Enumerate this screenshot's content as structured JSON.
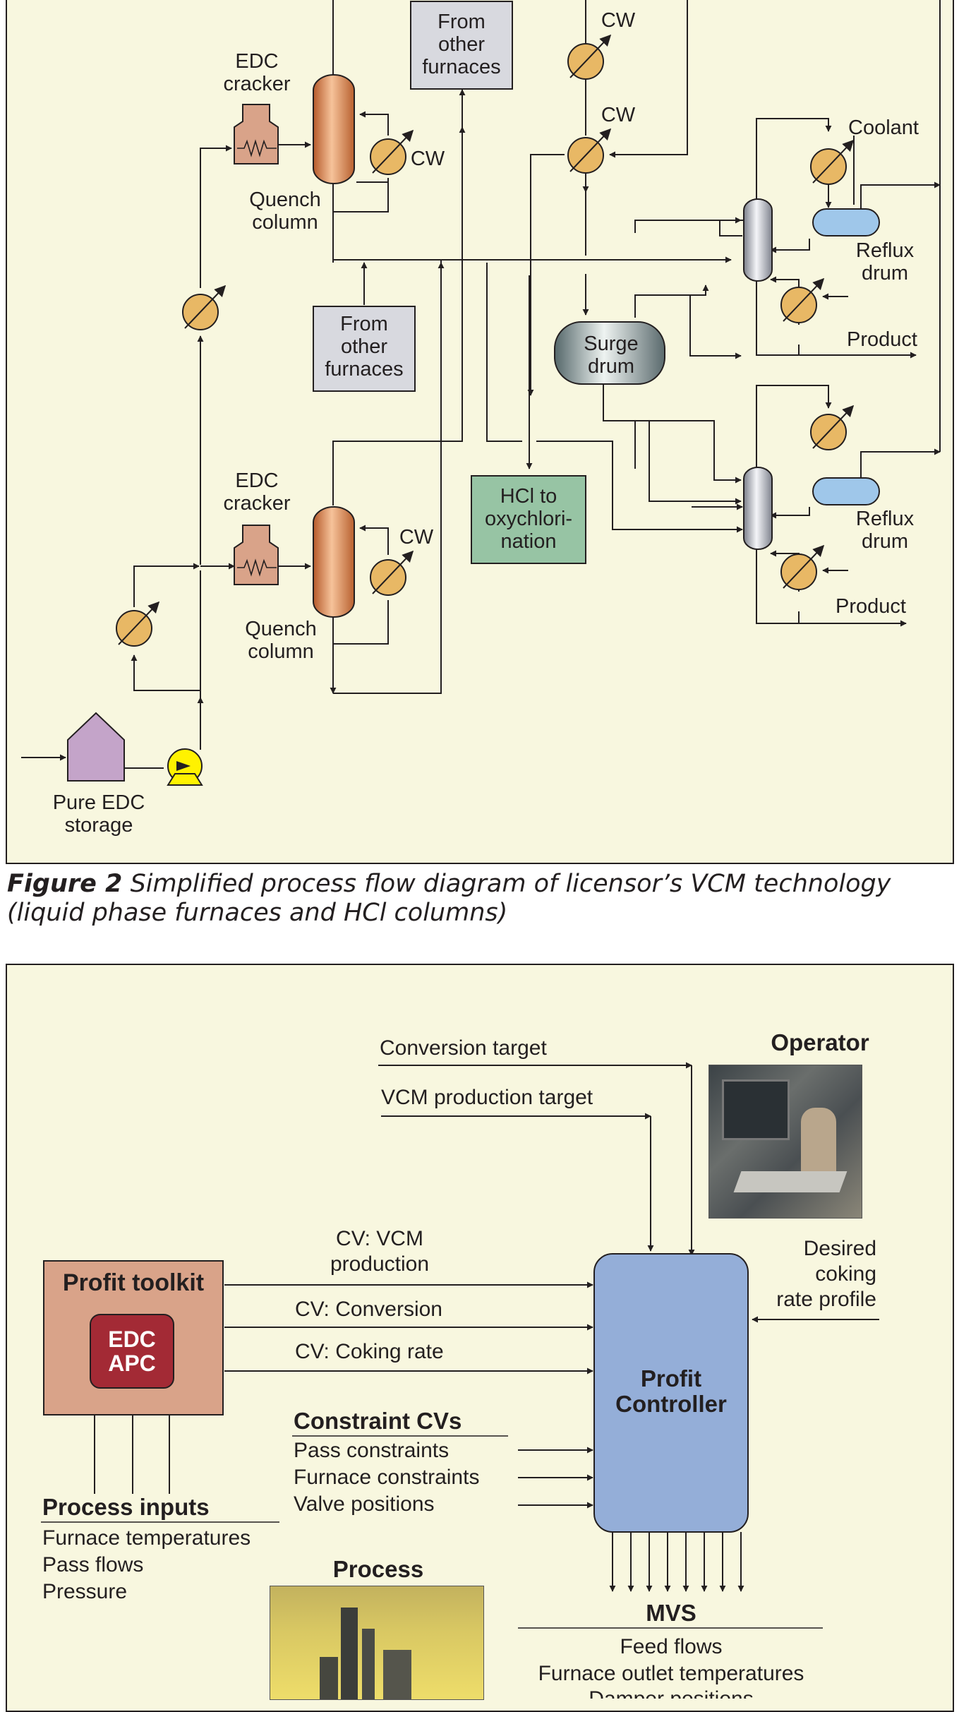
{
  "figure2": {
    "labels": {
      "cw_top_center_1": "CW",
      "cw_top_center_2": "CW",
      "from_other_furnaces_top": [
        "From",
        "other",
        "furnaces"
      ],
      "edc_cracker_top": [
        "EDC",
        "cracker"
      ],
      "cw_upper_quench": "CW",
      "quench_column_top": [
        "Quench",
        "column"
      ],
      "coolant": "Coolant",
      "reflux_drum_upper": [
        "Reflux",
        "drum"
      ],
      "product_upper": "Product",
      "from_other_furnaces_mid": [
        "From",
        "other",
        "furnaces"
      ],
      "surge_drum": [
        "Surge",
        "drum"
      ],
      "edc_cracker_bottom": [
        "EDC",
        "cracker"
      ],
      "cw_lower_quench": "CW",
      "hcl_to_oxychlorination": [
        "HCl to",
        "oxychlori-",
        "nation"
      ],
      "reflux_drum_lower": [
        "Reflux",
        "drum"
      ],
      "quench_column_bottom": [
        "Quench",
        "column"
      ],
      "product_lower": "Product",
      "pure_edc_storage": [
        "Pure EDC",
        "storage"
      ]
    },
    "caption_label": "Figure 2",
    "caption_text": "Simplified process flow diagram of licensor’s VCM technology (liquid phase furnaces and HCl columns)"
  },
  "figure3": {
    "conversion_target": "Conversion target",
    "vcm_production_target": "VCM production target",
    "operator": "Operator",
    "desired_coking_rate_profile": [
      "Desired",
      "coking",
      "rate profile"
    ],
    "cv_vcm_production": [
      "CV: VCM",
      "production"
    ],
    "profit_toolkit": "Profit toolkit",
    "cv_conversion": "CV: Conversion",
    "edc_apc": [
      "EDC",
      "APC"
    ],
    "cv_coking_rate": "CV: Coking rate",
    "profit_controller": [
      "Profit",
      "Controller"
    ],
    "constraint_cvs": {
      "title": "Constraint CVs",
      "items": [
        "Pass constraints",
        "Furnace constraints",
        "Valve positions"
      ]
    },
    "process_inputs": {
      "title": "Process inputs",
      "items": [
        "Furnace temperatures",
        "Pass flows",
        "Pressure"
      ]
    },
    "process": "Process",
    "mvs": {
      "title": "MVS",
      "items": [
        "Feed flows",
        "Furnace outlet temperatures",
        "Damper positions"
      ]
    }
  },
  "colors": {
    "panel_background": "#f8f7df",
    "furnace": "#d9a389",
    "quench_column": "#e08a55",
    "heat_exchanger": "#e8b865",
    "reflux_drum": "#9fc7ea",
    "surge_drum": "#7d9290",
    "hcl_box": "#97c4a4",
    "grey_box": "#d8d9df",
    "storage": "#c4a4c9",
    "pump": "#fff200",
    "profit_toolkit": "#d9a389",
    "edc_apc": "#a32a35",
    "profit_controller": "#94aed8"
  }
}
